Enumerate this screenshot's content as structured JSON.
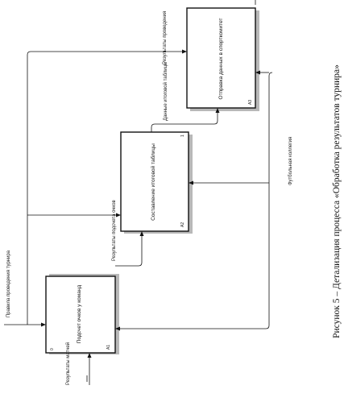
{
  "boxes": [
    {
      "id": "b1",
      "title": "Подсчет очков у команд",
      "num": "A1"
    },
    {
      "id": "b2",
      "title": "Составление итоговой таблицы",
      "num": "A2"
    },
    {
      "id": "b3",
      "title": "Отправка данных в спорткомитет",
      "num": "A3"
    }
  ],
  "labels": {
    "rules": "Правила проведения турнира",
    "match_results": "Результаты матчей",
    "score_results": "Результаты подсчета очков",
    "final_table_data": "Данные итоговой таблицы",
    "results_out": "Результаты проведения",
    "committee": "Футбольная коллегия"
  },
  "caption": "Рисунок 5 – Детализация процесса «Обработка результатов турнира»"
}
